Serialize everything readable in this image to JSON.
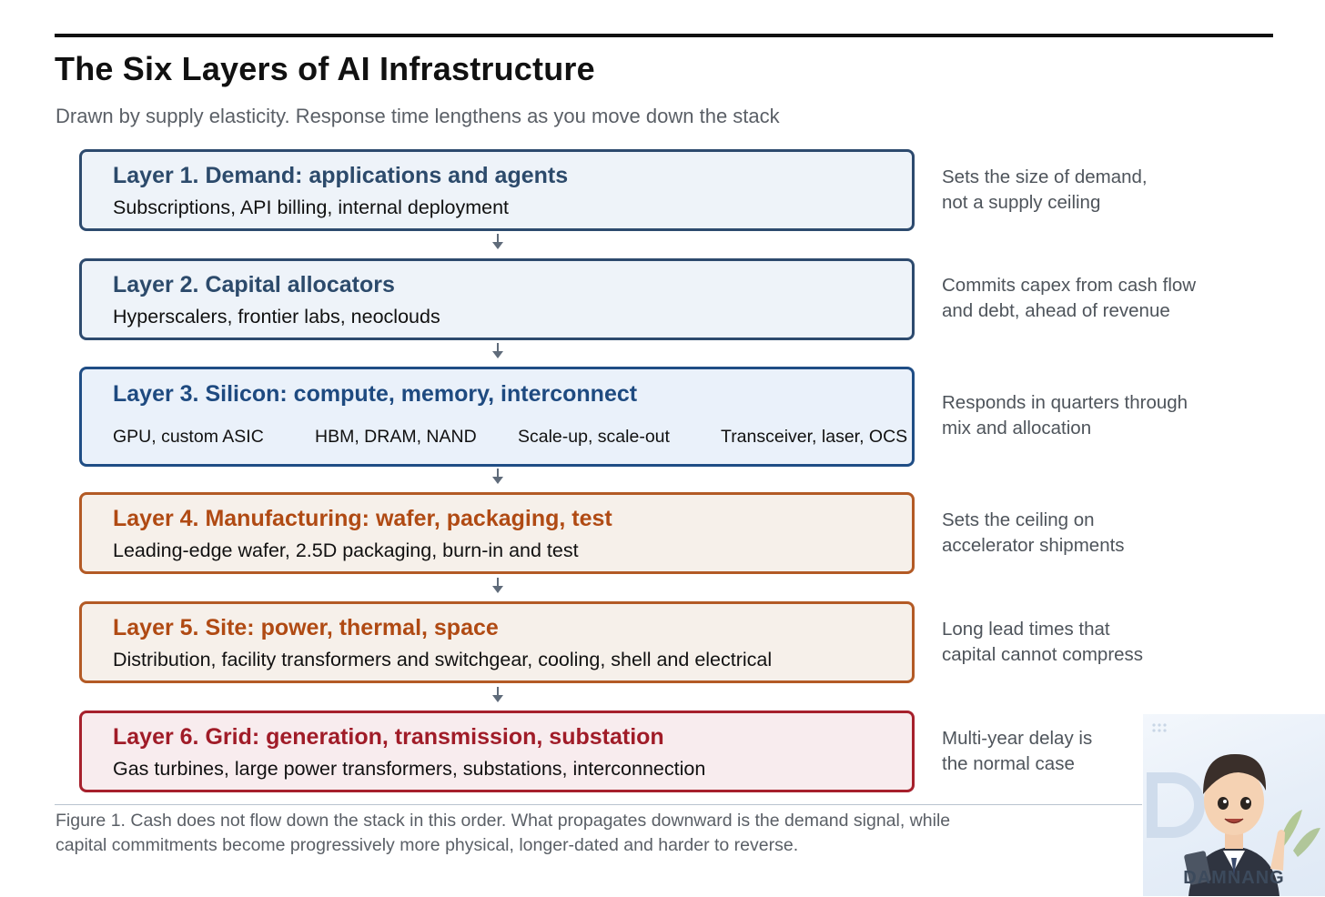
{
  "header": {
    "title": "The Six Layers of AI Infrastructure",
    "subtitle": "Drawn by supply elasticity. Response time lengthens as you move down the stack"
  },
  "layers": [
    {
      "title": "Layer 1. Demand: applications and agents",
      "description": "Subscriptions, API billing, internal deployment",
      "note": [
        "Sets the size of demand,",
        "not a supply ceiling"
      ],
      "color": "#2c4a6b"
    },
    {
      "title": "Layer 2. Capital allocators",
      "description": "Hyperscalers, frontier labs, neoclouds",
      "note": [
        "Commits capex from cash flow",
        "and debt, ahead of revenue"
      ],
      "color": "#2c4a6b"
    },
    {
      "title": "Layer 3. Silicon: compute, memory, interconnect",
      "items": [
        "GPU, custom ASIC",
        "HBM, DRAM, NAND",
        "Scale-up, scale-out",
        "Transceiver, laser, OCS"
      ],
      "note": [
        "Responds in quarters through",
        "mix and allocation"
      ],
      "color": "#1e4a80"
    },
    {
      "title": "Layer 4. Manufacturing: wafer, packaging, test",
      "description": "Leading-edge wafer, 2.5D packaging, burn-in and test",
      "note": [
        "Sets the ceiling on",
        "accelerator shipments"
      ],
      "color": "#b04a13"
    },
    {
      "title": "Layer 5. Site: power, thermal, space",
      "description": "Distribution, facility transformers and switchgear, cooling, shell and electrical",
      "note": [
        "Long lead times that",
        "capital cannot compress"
      ],
      "color": "#b04a13"
    },
    {
      "title": "Layer 6. Grid: generation, transmission, substation",
      "description": "Gas turbines, large power transformers, substations, interconnection",
      "note": [
        "Multi-year delay is",
        "the normal case"
      ],
      "color": "#a01c28"
    }
  ],
  "caption": [
    "Figure 1. Cash does not flow down the stack in this order. What propagates downward is the demand signal, while",
    "capital commitments become progressively more physical, longer-dated and harder to reverse."
  ],
  "watermark": {
    "text": "DAMNANG"
  },
  "colors": {
    "arrow": "#5f6b7a",
    "rule": "#111111",
    "caption_rule": "#b9c3cf"
  }
}
